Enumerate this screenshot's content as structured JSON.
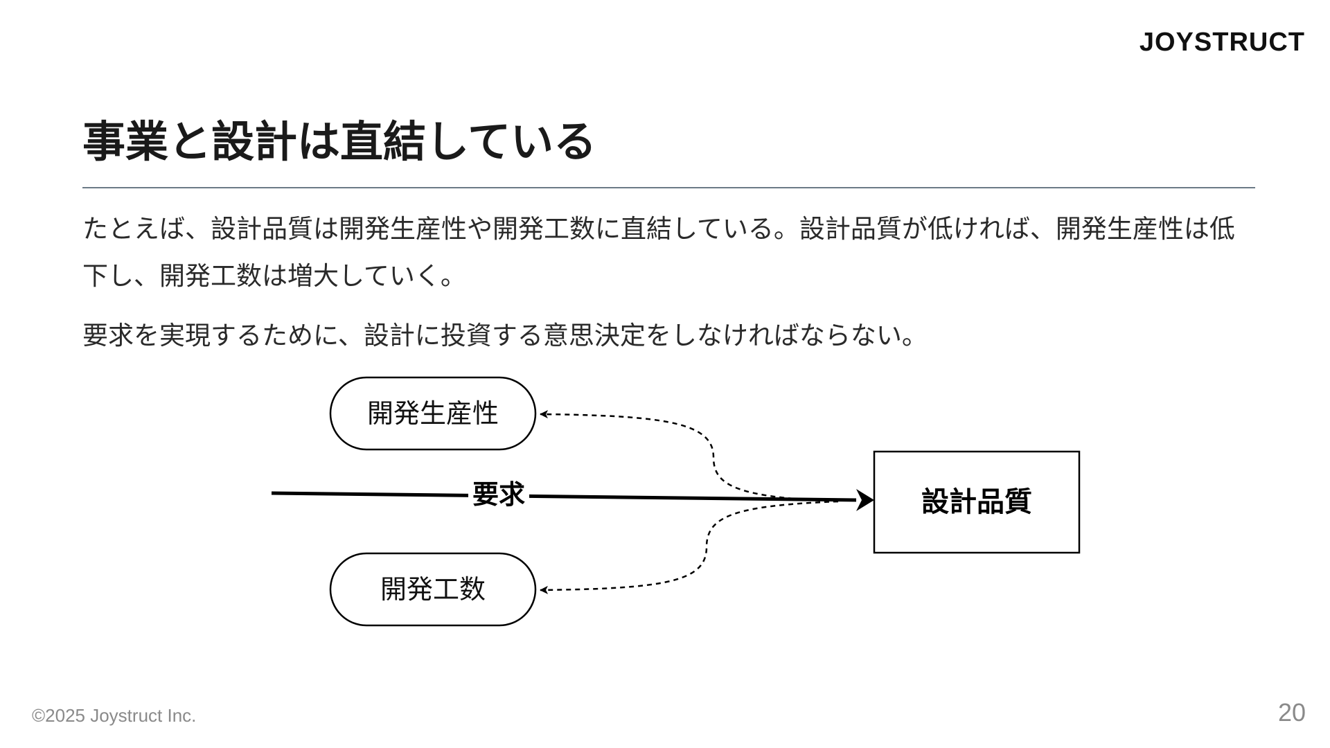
{
  "header": {
    "logo_text": "JOYSTRUCT"
  },
  "slide": {
    "title": "事業と設計は直結している",
    "paragraph1": "たとえば、設計品質は開発生産性や開発工数に直結している。設計品質が低ければ、開発生産性は低下し、開発工数は増大していく。",
    "paragraph2": "要求を実現するために、設計に投資する意思決定をしなければならない。"
  },
  "diagram": {
    "node_productivity": "開発生産性",
    "node_effort": "開発工数",
    "node_quality": "設計品質",
    "arrow_label": "要求"
  },
  "footer": {
    "copyright": "©2025 Joystruct Inc.",
    "page_number": "20"
  },
  "colors": {
    "text": "#222222",
    "rule": "#6b7a86",
    "footer": "#8a8a8a"
  }
}
